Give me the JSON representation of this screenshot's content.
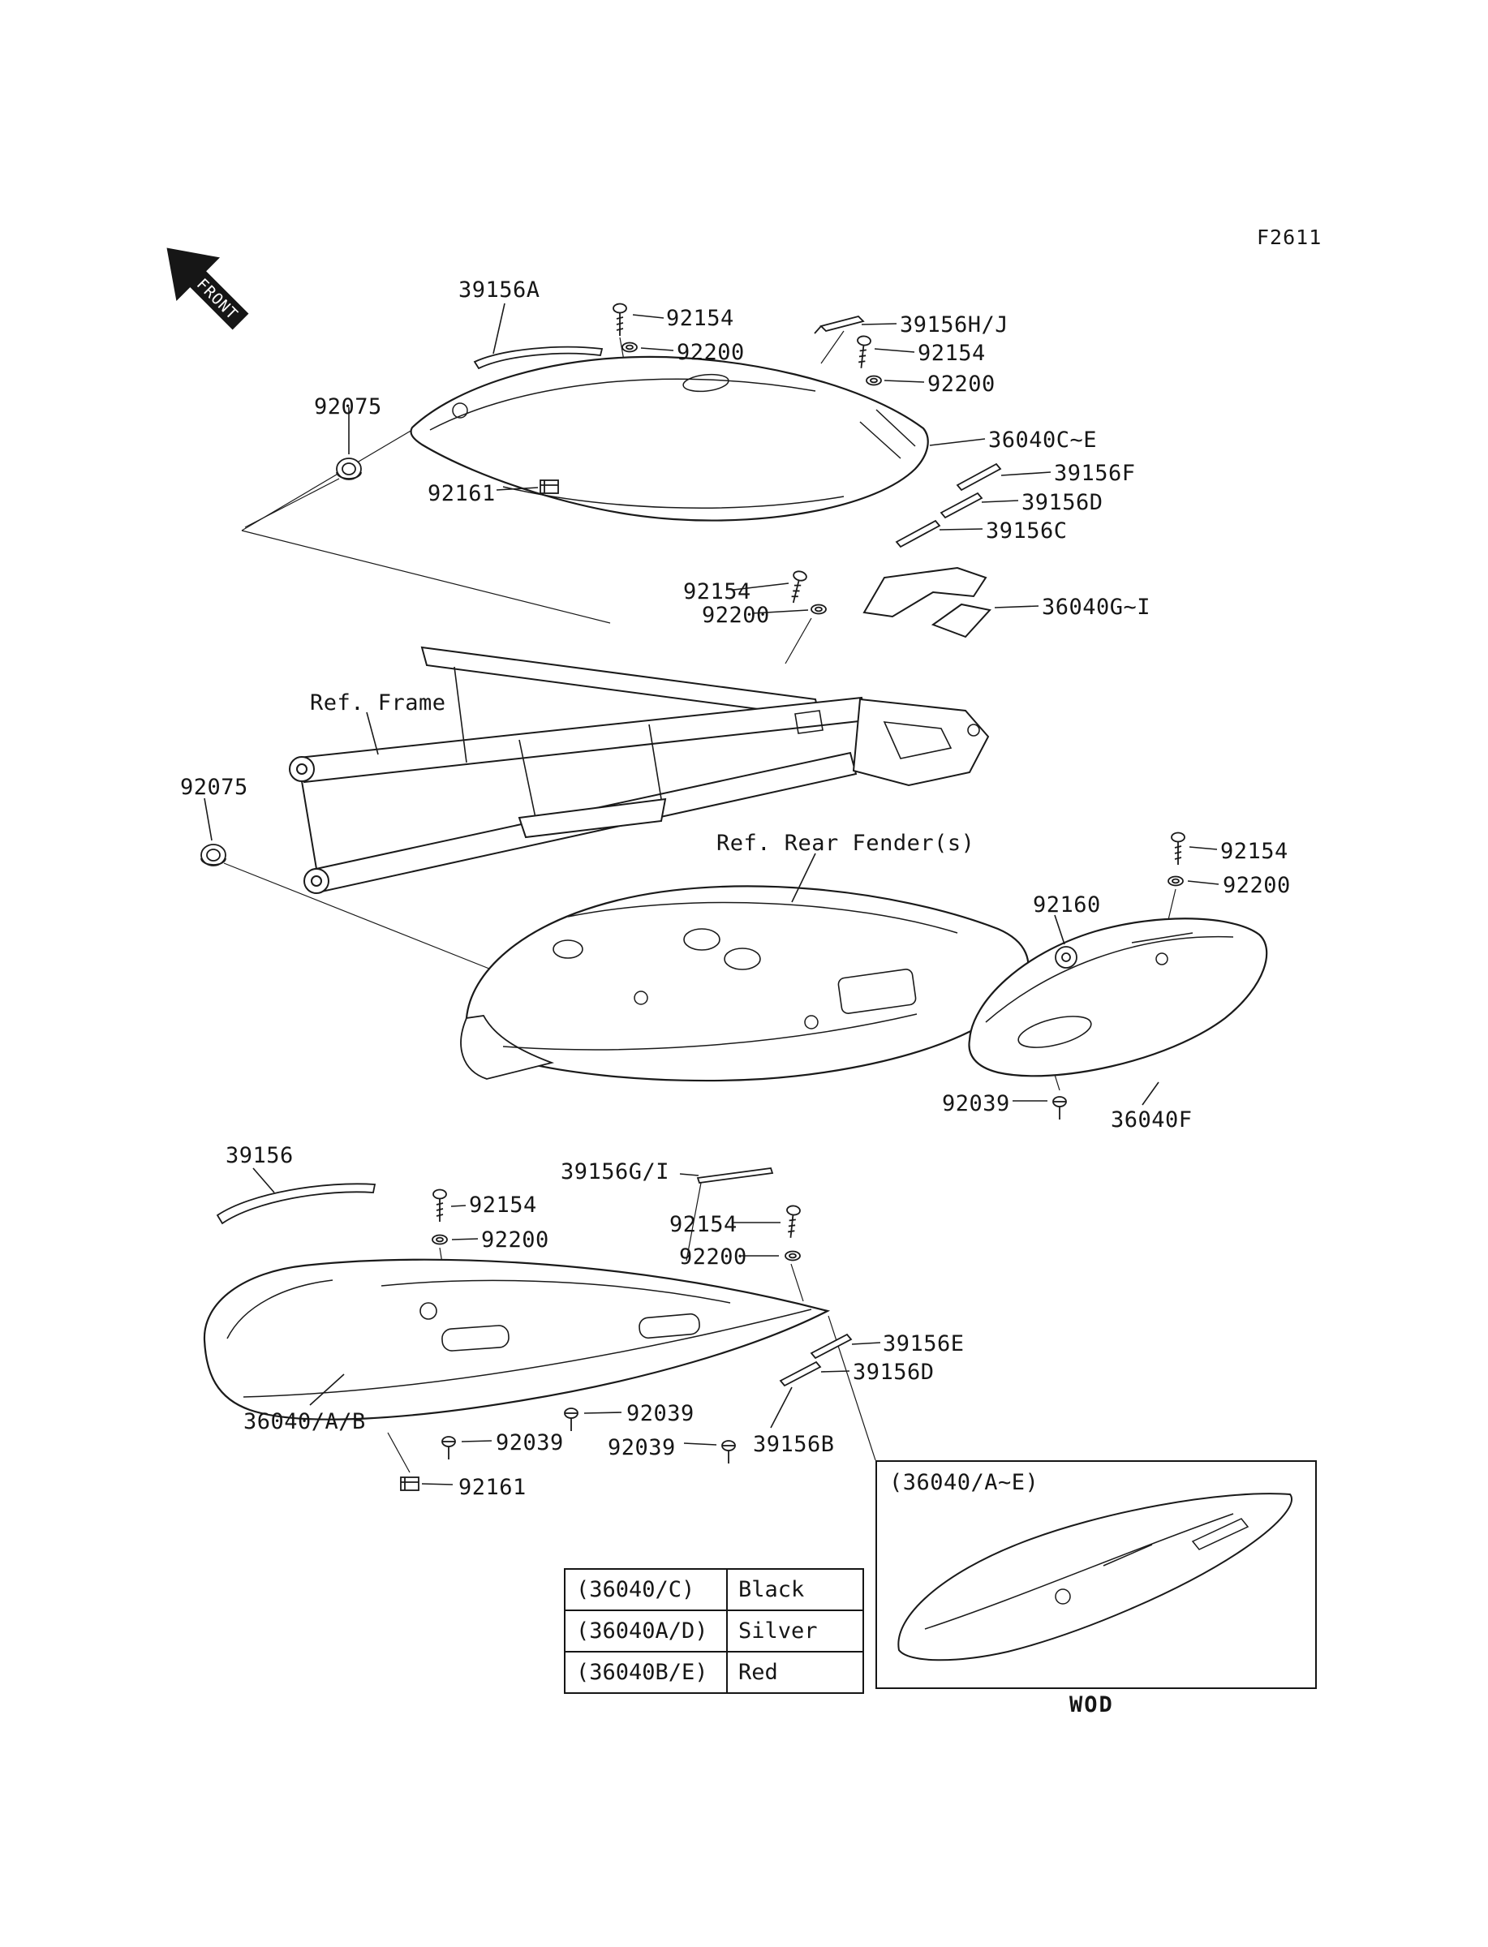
{
  "page": {
    "figure_code": "F2611",
    "front_label": "FRONT",
    "footer_code": "WOD",
    "background": "#ffffff",
    "line_color": "#1a1a1a"
  },
  "labels": [
    {
      "text": "39156A"
    },
    {
      "text": "92154"
    },
    {
      "text": "92200"
    },
    {
      "text": "39156H/J"
    },
    {
      "text": "92154"
    },
    {
      "text": "92200"
    },
    {
      "text": "92075"
    },
    {
      "text": "36040C~E"
    },
    {
      "text": "39156F"
    },
    {
      "text": "39156D"
    },
    {
      "text": "39156C"
    },
    {
      "text": "92161"
    },
    {
      "text": "92154"
    },
    {
      "text": "92200"
    },
    {
      "text": "36040G~I"
    },
    {
      "text": "Ref. Frame"
    },
    {
      "text": "92075"
    },
    {
      "text": "Ref. Rear Fender(s)"
    },
    {
      "text": "92154"
    },
    {
      "text": "92200"
    },
    {
      "text": "92160"
    },
    {
      "text": "92039"
    },
    {
      "text": "36040F"
    },
    {
      "text": "39156"
    },
    {
      "text": "39156G/I"
    },
    {
      "text": "92154"
    },
    {
      "text": "92154"
    },
    {
      "text": "92200"
    },
    {
      "text": "92200"
    },
    {
      "text": "39156E"
    },
    {
      "text": "39156D"
    },
    {
      "text": "36040/A/B"
    },
    {
      "text": "92039"
    },
    {
      "text": "92039"
    },
    {
      "text": "92039"
    },
    {
      "text": "39156B"
    },
    {
      "text": "92161"
    }
  ],
  "color_table": {
    "rows": [
      {
        "model": "(36040/C)",
        "color": "Black"
      },
      {
        "model": "(36040A/D)",
        "color": "Silver"
      },
      {
        "model": "(36040B/E)",
        "color": "Red"
      }
    ]
  },
  "inset": {
    "label": "(36040/A~E)"
  }
}
